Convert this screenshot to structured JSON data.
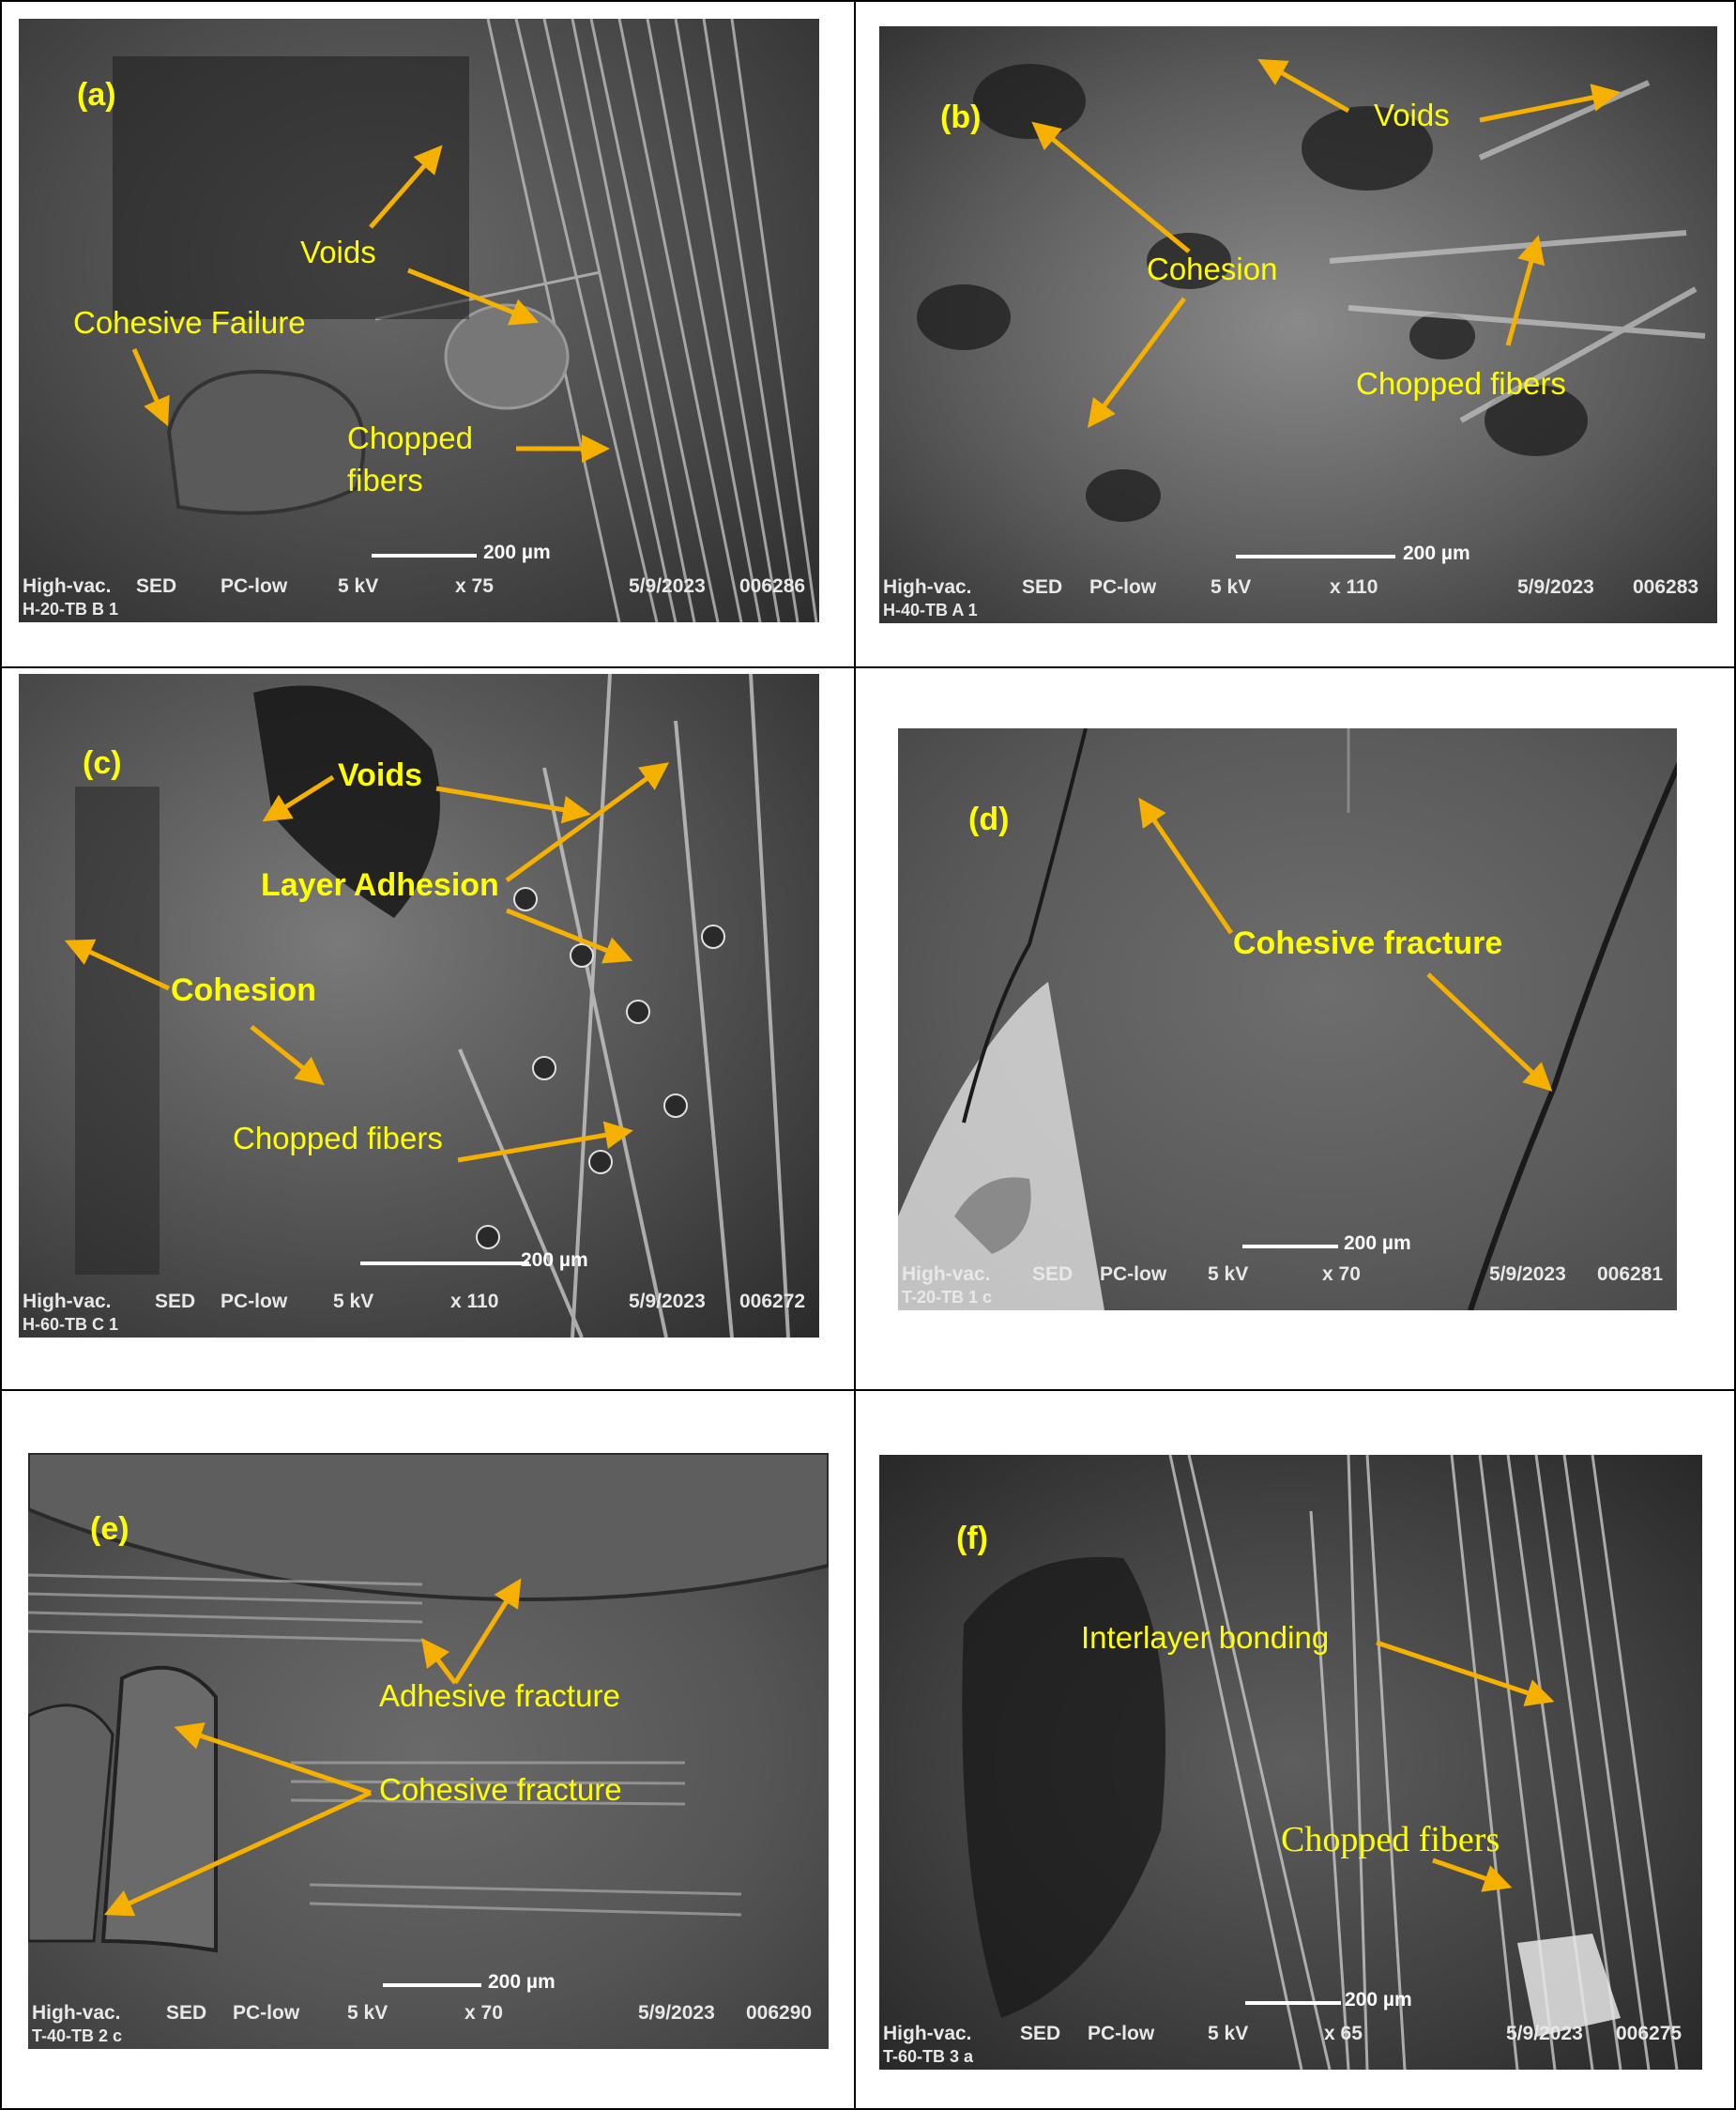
{
  "panels": [
    {
      "label": "(a)",
      "annotations": [
        "Voids",
        "Cohesive Failure",
        "Chopped",
        "fibers"
      ],
      "scale_label": "200 µm",
      "info": [
        "High-vac.",
        "SED",
        "PC-low",
        "5 kV",
        "x 75",
        "5/9/2023",
        "006286"
      ],
      "sample": "H-20-TB B 1"
    },
    {
      "label": "(b)",
      "annotations": [
        "Voids",
        "Cohesion",
        "Chopped fibers"
      ],
      "scale_label": "200 µm",
      "info": [
        "High-vac.",
        "SED",
        "PC-low",
        "5 kV",
        "x 110",
        "5/9/2023",
        "006283"
      ],
      "sample": "H-40-TB A 1"
    },
    {
      "label": "(c)",
      "annotations": [
        "Voids",
        "Layer Adhesion",
        "Cohesion",
        "Chopped fibers"
      ],
      "scale_label": "200 µm",
      "info": [
        "High-vac.",
        "SED",
        "PC-low",
        "5 kV",
        "x 110",
        "5/9/2023",
        "006272"
      ],
      "sample": "H-60-TB C 1"
    },
    {
      "label": "(d)",
      "annotations": [
        "Cohesive fracture"
      ],
      "scale_label": "200 µm",
      "info": [
        "High-vac.",
        "SED",
        "PC-low",
        "5 kV",
        "x 70",
        "5/9/2023",
        "006281"
      ],
      "sample": "T-20-TB 1 c"
    },
    {
      "label": "(e)",
      "annotations": [
        "Adhesive fracture",
        "Cohesive fracture"
      ],
      "scale_label": "200 µm",
      "info": [
        "High-vac.",
        "SED",
        "PC-low",
        "5 kV",
        "x 70",
        "5/9/2023",
        "006290"
      ],
      "sample": "T-40-TB 2 c"
    },
    {
      "label": "(f)",
      "annotations": [
        "Interlayer bonding",
        "Chopped fibers"
      ],
      "scale_label": "200 µm",
      "info": [
        "High-vac.",
        "SED",
        "PC-low",
        "5 kV",
        "x 65",
        "5/9/2023",
        "006275"
      ],
      "sample": "T-60-TB 3 a"
    }
  ],
  "colors": {
    "annotation": "#ffff00",
    "arrow": "#f5b000",
    "grid": "#000000"
  }
}
